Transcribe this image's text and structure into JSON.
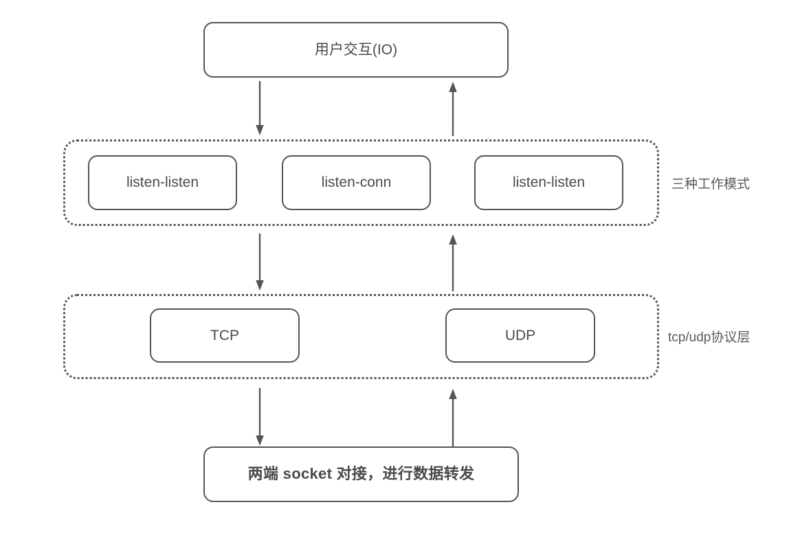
{
  "diagram": {
    "title_node": {
      "label": "用户交互(IO)"
    },
    "mode_group": {
      "side_label": "三种工作模式",
      "nodes": [
        {
          "label": "listen-listen"
        },
        {
          "label": "listen-conn"
        },
        {
          "label": "listen-listen"
        }
      ]
    },
    "protocol_group": {
      "side_label": "tcp/udp协议层",
      "nodes": [
        {
          "label": "TCP"
        },
        {
          "label": "UDP"
        }
      ]
    },
    "socket_node": {
      "label": "两端 socket 对接，进行数据转发"
    },
    "colors": {
      "stroke": "#555555",
      "text": "#4a4a4a",
      "side_label_text": "#595959",
      "background": "#ffffff"
    },
    "arrows": [
      {
        "name": "io-to-modes-down",
        "direction": "down"
      },
      {
        "name": "modes-to-io-up",
        "direction": "up"
      },
      {
        "name": "modes-to-proto-down",
        "direction": "down"
      },
      {
        "name": "proto-to-modes-up",
        "direction": "up"
      },
      {
        "name": "proto-to-socket-down",
        "direction": "down"
      },
      {
        "name": "socket-to-proto-up",
        "direction": "up"
      }
    ]
  }
}
